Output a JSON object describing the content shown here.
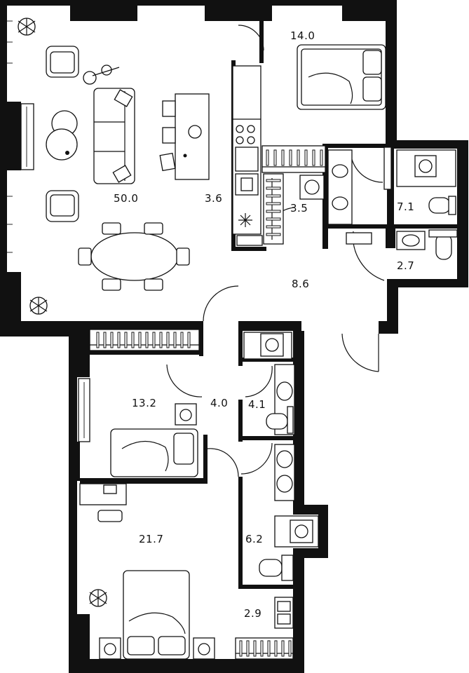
{
  "plan": {
    "wall_color": "#111111",
    "background_color": "#ffffff",
    "rooms": [
      {
        "id": "living",
        "area": "50.0"
      },
      {
        "id": "bedroom-1",
        "area": "14.0"
      },
      {
        "id": "kitchen",
        "area": "3.6"
      },
      {
        "id": "laundry",
        "area": "3.5"
      },
      {
        "id": "bathroom-1",
        "area": "7.1"
      },
      {
        "id": "wc-1",
        "area": "2.7"
      },
      {
        "id": "hall",
        "area": "8.6"
      },
      {
        "id": "bedroom-2",
        "area": "13.2"
      },
      {
        "id": "corridor",
        "area": "4.0"
      },
      {
        "id": "bathroom-2",
        "area": "4.1"
      },
      {
        "id": "master-bedroom",
        "area": "21.7"
      },
      {
        "id": "bathroom-3",
        "area": "6.2"
      },
      {
        "id": "dressing",
        "area": "2.9"
      }
    ]
  }
}
